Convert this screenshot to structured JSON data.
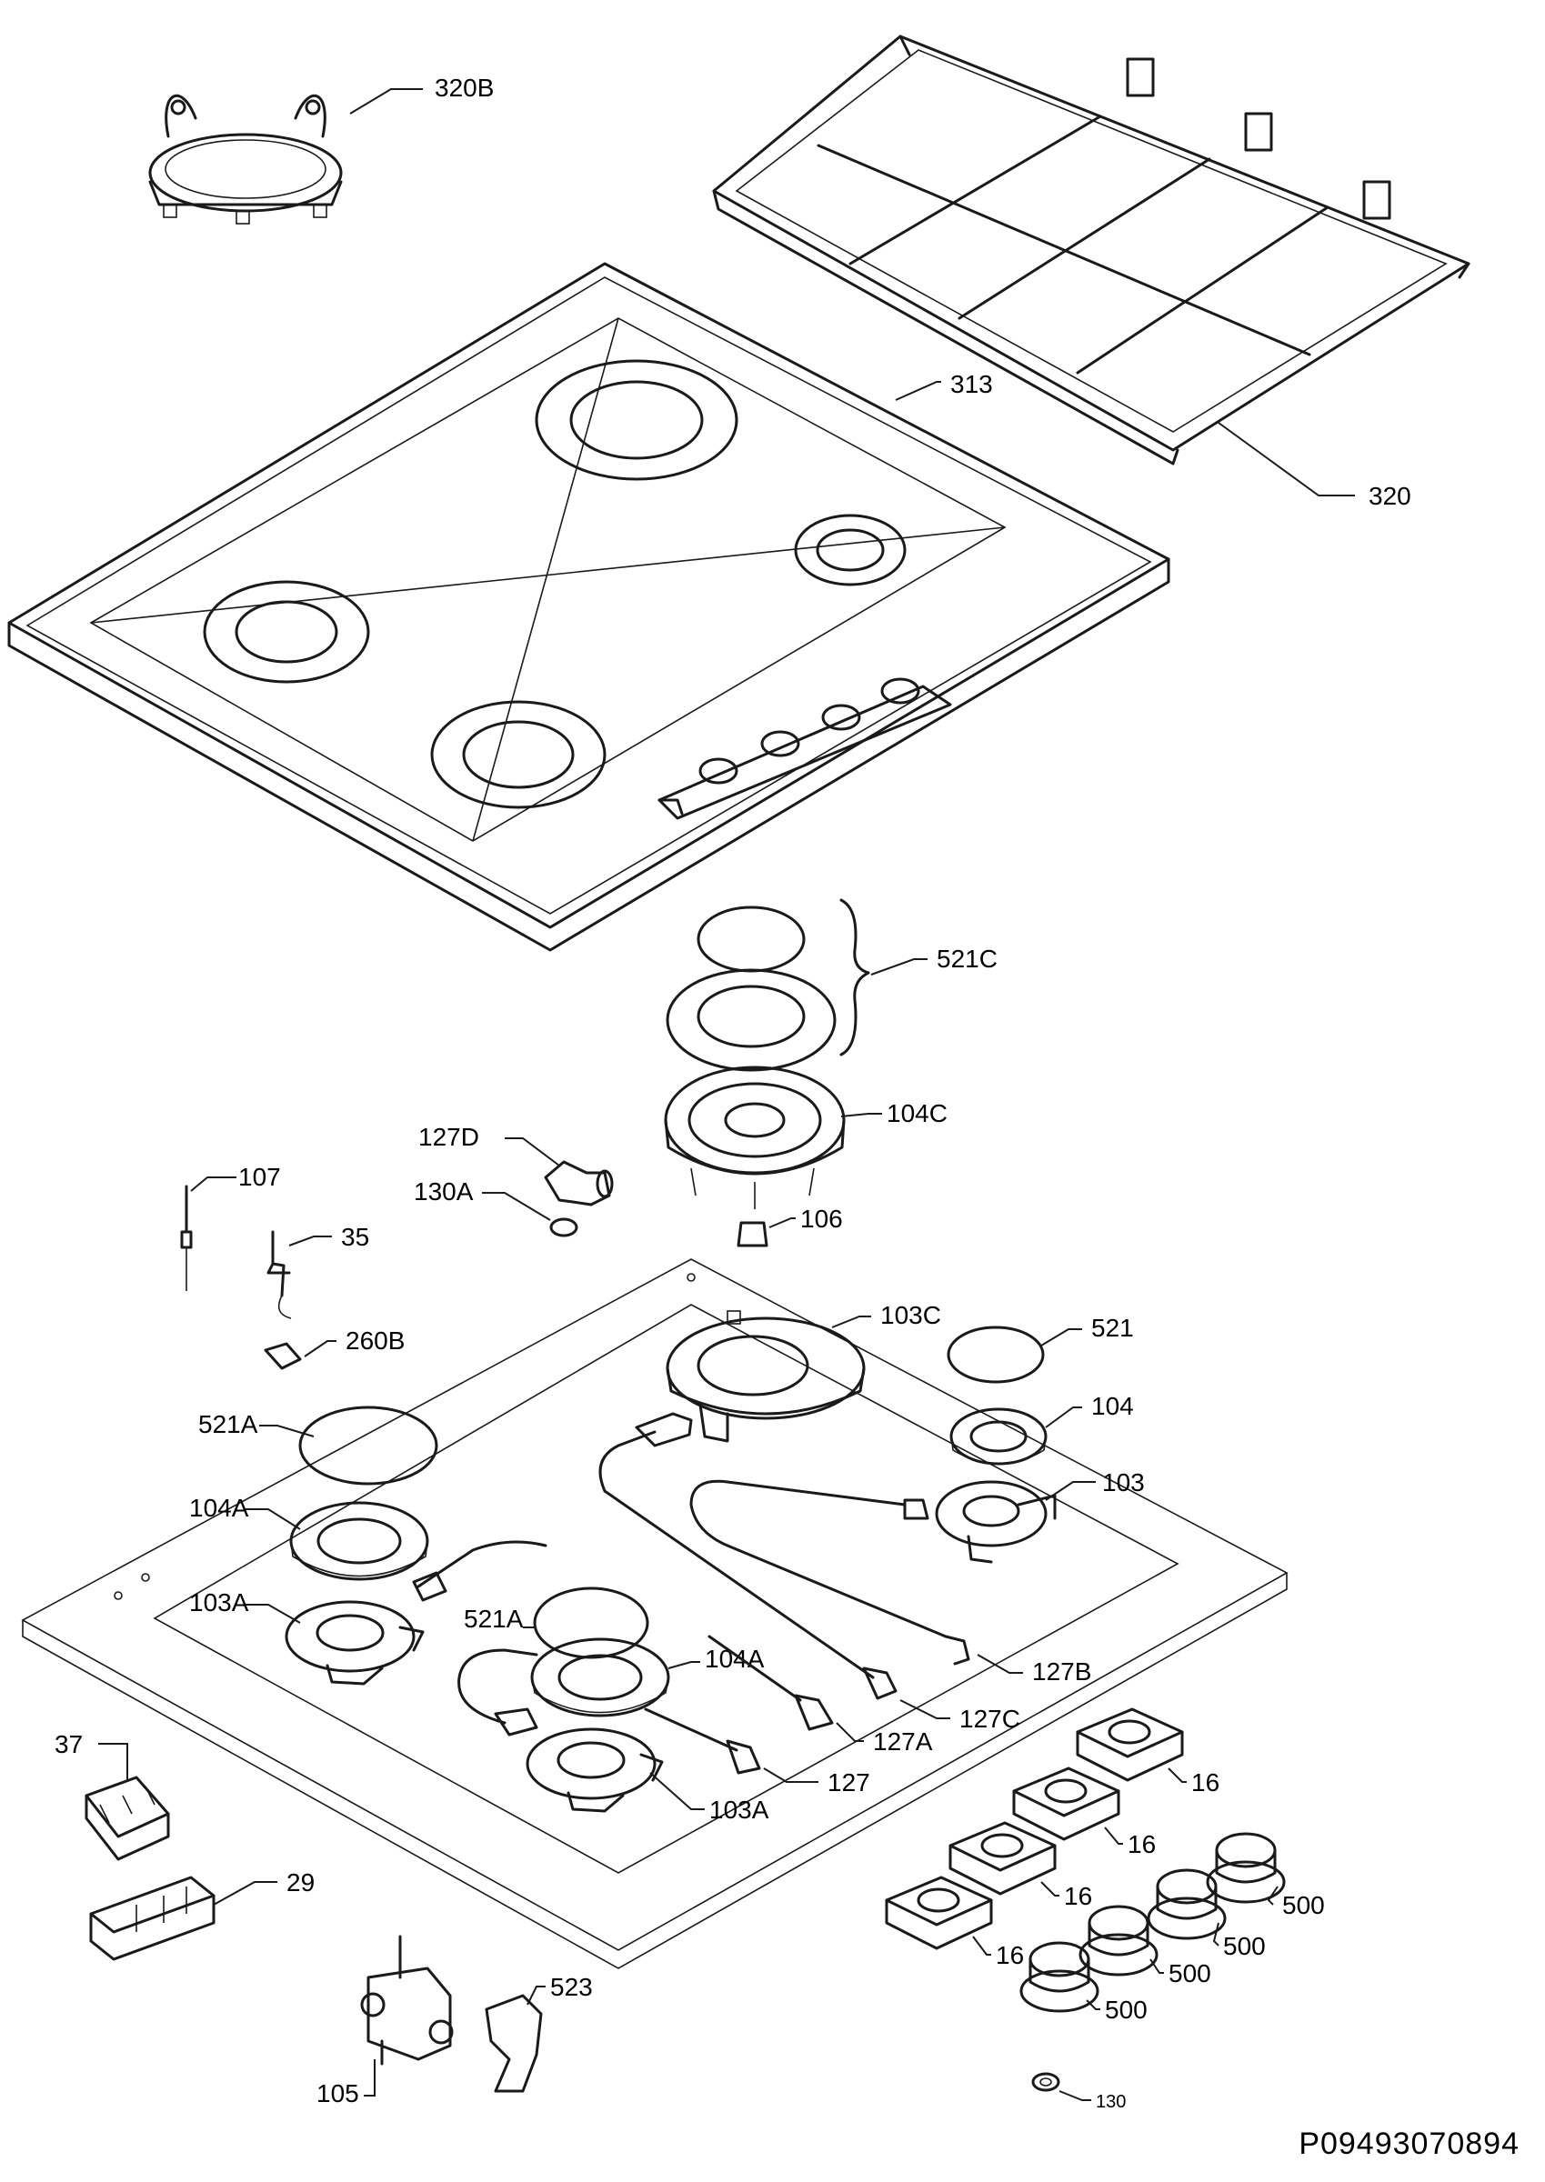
{
  "drawing_code": "P09493070894",
  "labels": {
    "l320b": "320B",
    "l313": "313",
    "l320": "320",
    "l521c": "521C",
    "l104c": "104C",
    "l127d": "127D",
    "l130a": "130A",
    "l107": "107",
    "l35": "35",
    "l106": "106",
    "l103c": "103C",
    "l521": "521",
    "l260b": "260B",
    "l104": "104",
    "l521a_1": "521A",
    "l103": "103",
    "l104a_1": "104A",
    "l103a_1": "103A",
    "l521a_2": "521A",
    "l104a_2": "104A",
    "l127b": "127B",
    "l127c": "127C",
    "l127a": "127A",
    "l127": "127",
    "l37": "37",
    "l103a_2": "103A",
    "l16_1": "16",
    "l16_2": "16",
    "l16_3": "16",
    "l16_4": "16",
    "l29": "29",
    "l500_1": "500",
    "l500_2": "500",
    "l500_3": "500",
    "l500_4": "500",
    "l523": "523",
    "l105": "105",
    "l130": "130"
  }
}
